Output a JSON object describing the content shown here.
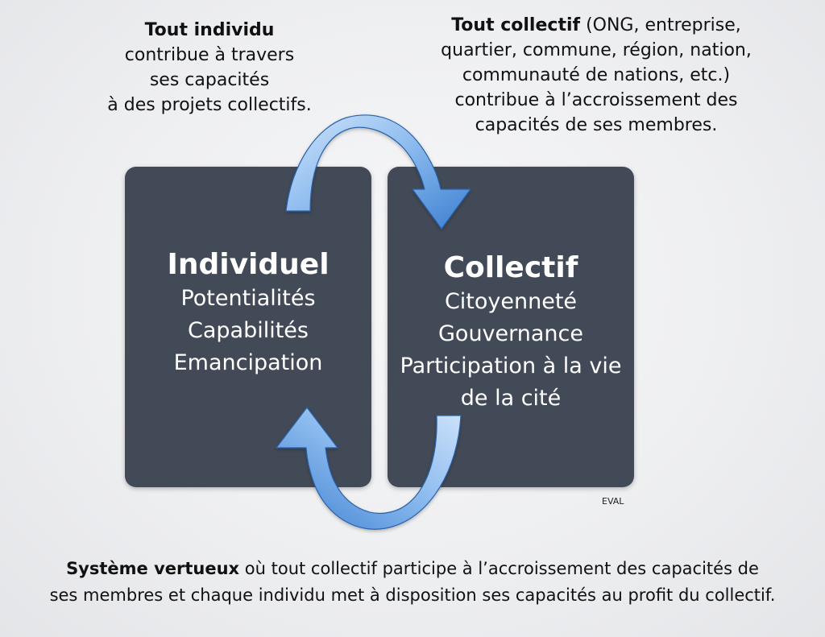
{
  "captions": {
    "individual": {
      "bold": "Tout individu",
      "lines": [
        "contribue à travers",
        "ses capacités",
        "à des projets collectifs."
      ]
    },
    "collective": {
      "bold": "Tout collectif",
      "rest_first": " (ONG, entreprise,",
      "lines": [
        "quartier, commune, région, nation,",
        "communauté de nations, etc.)",
        "contribue à l’accroissement des",
        "capacités de ses membres."
      ]
    }
  },
  "boxes": {
    "individuel": {
      "title": "Individuel",
      "lines": [
        "Potentialités",
        "Capabilités",
        "Emancipation"
      ]
    },
    "collectif": {
      "title": "Collectif",
      "lines": [
        "Citoyenneté",
        "Gouvernance",
        "Participation à la vie",
        "de la cité"
      ]
    }
  },
  "tag": "EVAL",
  "bottom": {
    "bold": "Système vertueux",
    "rest_first": " où tout collectif participe à l’accroissement des capacités de",
    "second": "ses membres et chaque individu met à disposition ses capacités au profit du collectif."
  },
  "colors": {
    "box": "#434a57",
    "arrow_light": "#9cc6f2",
    "arrow_dark": "#2f6fc4"
  }
}
